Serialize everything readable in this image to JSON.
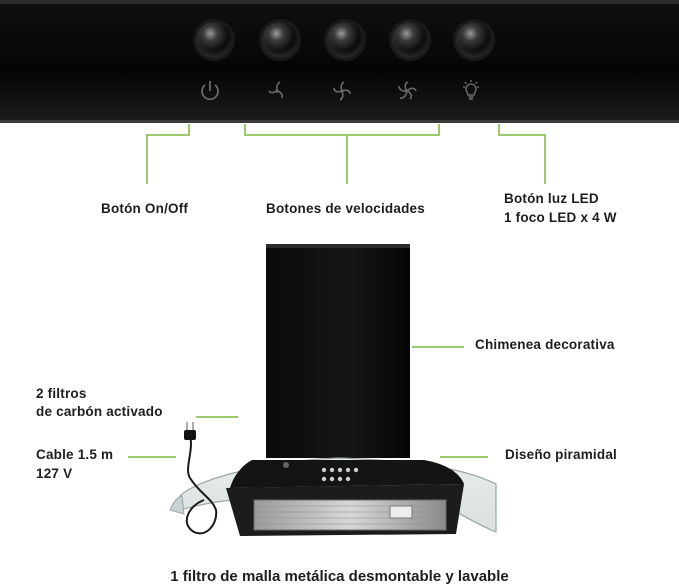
{
  "panel": {
    "buttons": [
      {
        "icon": "power-icon"
      },
      {
        "icon": "fan-low-icon"
      },
      {
        "icon": "fan-medium-icon"
      },
      {
        "icon": "fan-high-icon"
      },
      {
        "icon": "light-bulb-icon"
      }
    ]
  },
  "labels": {
    "on_off": "Botón  On/Off",
    "speeds": "Botones de velocidades",
    "led_line1": "Botón luz LED",
    "led_line2": "1 foco LED x 4 W",
    "chimney": "Chimenea decorativa",
    "filters_line1": "2 filtros",
    "filters_line2": "de carbón activado",
    "cable_line1": "Cable 1.5 m",
    "cable_line2": "127 V",
    "design": "Diseño piramidal"
  },
  "caption": "1 filtro de malla metálica desmontable y lavable",
  "colors": {
    "panel": "#0a0a0a",
    "leader_lines": "#9fc96e",
    "text": "#1e1e1e"
  }
}
